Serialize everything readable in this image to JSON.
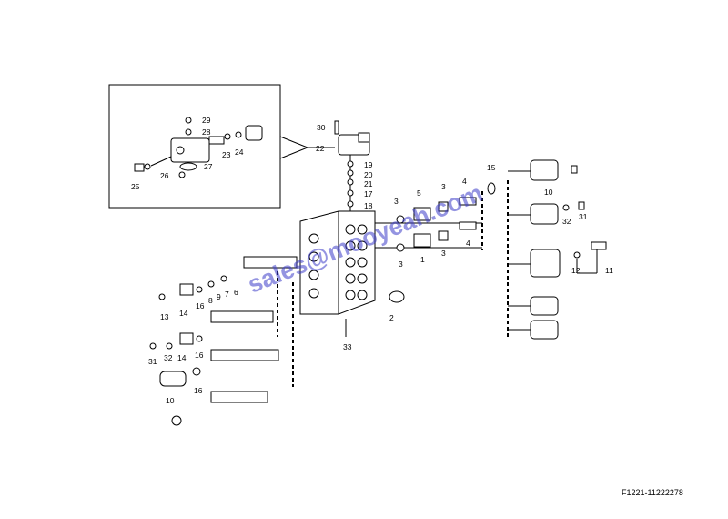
{
  "figure_id": "F1221-11222278",
  "watermark": "sales@mooyeah.com",
  "inset": {
    "callouts": [
      "29",
      "28",
      "23",
      "24",
      "27",
      "26",
      "25"
    ]
  },
  "callouts": {
    "upper": [
      "30",
      "22",
      "19",
      "20",
      "21",
      "17",
      "18"
    ],
    "right": [
      "15",
      "10",
      "32",
      "31",
      "12",
      "11"
    ],
    "middle": [
      "3",
      "5",
      "3",
      "4",
      "3",
      "1",
      "3",
      "4",
      "2",
      "33"
    ],
    "left": [
      "13",
      "14",
      "16",
      "8",
      "9",
      "7",
      "6",
      "31",
      "32",
      "14",
      "16",
      "10",
      "16"
    ]
  },
  "colors": {
    "line": "#000000",
    "part": "#ffffff",
    "watermark": "#3c3cc8"
  }
}
